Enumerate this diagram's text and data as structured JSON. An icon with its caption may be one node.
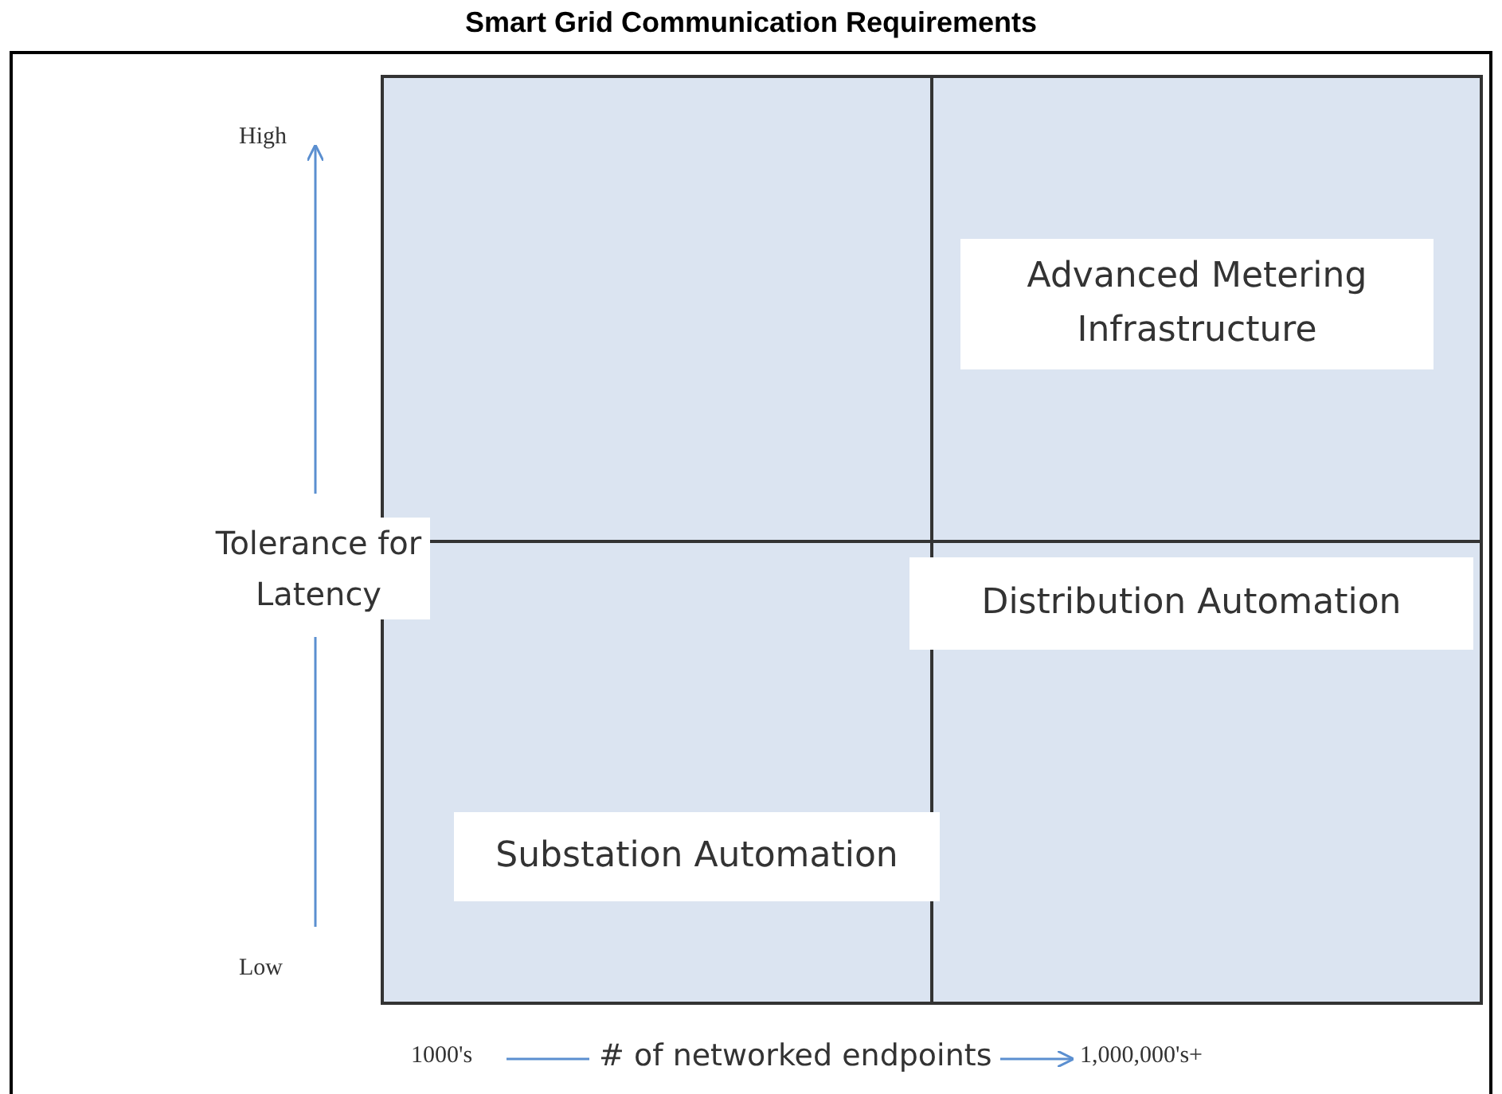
{
  "diagram": {
    "title": "Smart Grid Communication Requirements",
    "nodes": [
      {
        "text": [
          "Advanced Metering Infrastructure"
        ]
      },
      {
        "text": [
          "Distribution Automation"
        ]
      },
      {
        "text": [
          "Substation Automation"
        ]
      }
    ],
    "edges": [],
    "labels": [
      "High",
      "Tolerance for Latency",
      "Low",
      "1000's",
      "# of networked endpoints",
      "1,000,000's+"
    ]
  }
}
